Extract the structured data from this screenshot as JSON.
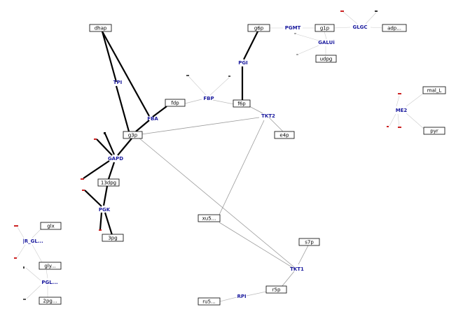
{
  "metabolites": [
    {
      "id": "dhap",
      "label": "dhap"
    },
    {
      "id": "g6p",
      "label": "g6p"
    },
    {
      "id": "g1p",
      "label": "g1p"
    },
    {
      "id": "adp_top",
      "label": "adp..."
    },
    {
      "id": "udpg",
      "label": "udpg"
    },
    {
      "id": "fdp",
      "label": "fdp"
    },
    {
      "id": "f6p",
      "label": "f6p"
    },
    {
      "id": "g3p",
      "label": "g3p"
    },
    {
      "id": "e4p",
      "label": "e4p"
    },
    {
      "id": "mal_L",
      "label": "mal_L"
    },
    {
      "id": "pyr",
      "label": "pyr"
    },
    {
      "id": "13dpg",
      "label": "13dpg"
    },
    {
      "id": "3pg",
      "label": "3pg"
    },
    {
      "id": "glx",
      "label": "glx"
    },
    {
      "id": "gly",
      "label": "gly..."
    },
    {
      "id": "2pg",
      "label": "2pg..."
    },
    {
      "id": "xu5",
      "label": "xu5..."
    },
    {
      "id": "s7p",
      "label": "s7p"
    },
    {
      "id": "r5p",
      "label": "r5p"
    },
    {
      "id": "ru5",
      "label": "ru5..."
    }
  ],
  "reactions": [
    {
      "id": "TPI",
      "label": "TPI"
    },
    {
      "id": "FBA",
      "label": "FBA"
    },
    {
      "id": "FBP",
      "label": "FBP"
    },
    {
      "id": "PGI",
      "label": "PGI"
    },
    {
      "id": "PGMT",
      "label": "PGMT"
    },
    {
      "id": "GALU",
      "label": "GALUi"
    },
    {
      "id": "GLGC",
      "label": "GLGC"
    },
    {
      "id": "TKT2",
      "label": "TKT2"
    },
    {
      "id": "ME2",
      "label": "ME2"
    },
    {
      "id": "GAPD",
      "label": "GAPD"
    },
    {
      "id": "PGK",
      "label": "PGK"
    },
    {
      "id": "IR_GL",
      "label": "|R_GL..."
    },
    {
      "id": "PGL",
      "label": "PGL..."
    },
    {
      "id": "TKT1",
      "label": "TKT1"
    },
    {
      "id": "RPI",
      "label": "RPI"
    }
  ],
  "colors": {
    "reaction_label": "#1a1a9e",
    "metabolite_border": "#000000",
    "heavy_edge": "#000000",
    "light_edge": "#8c8c8c",
    "cofactor_red": "#cc2222",
    "cofactor_dark": "#333333",
    "cofactor_grey": "#aaaaaa"
  }
}
